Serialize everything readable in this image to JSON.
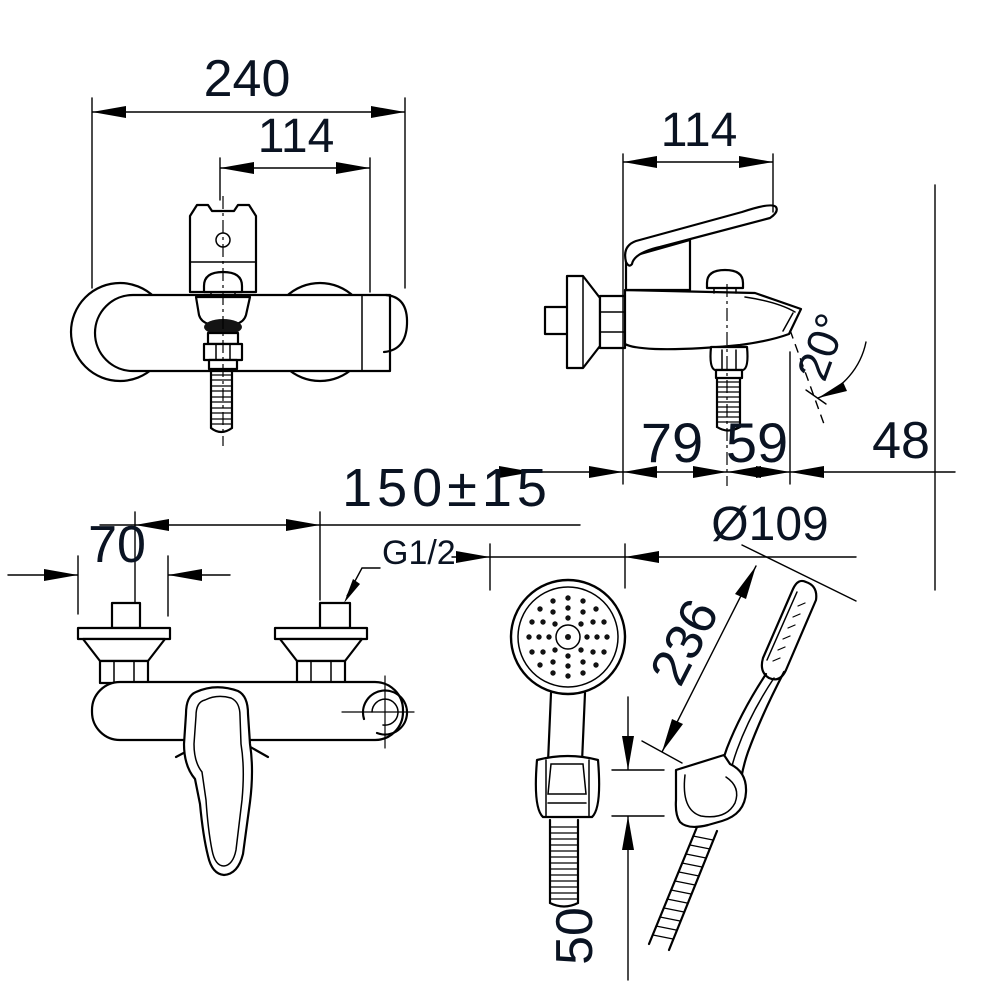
{
  "drawing": {
    "colors": {
      "line": "#000000",
      "dimension_text": "#0a1322",
      "background": "#ffffff"
    },
    "dims": {
      "overall_width": "240",
      "bracket_width": "114",
      "side_depth": "114",
      "spout_angle": "20°",
      "wall_to_outlet": "79",
      "outlet_to_spout": "59",
      "spout_to_end": "48",
      "inlet_spacing": "150±15",
      "escutcheon_width": "70",
      "thread": "G1/2",
      "head_diameter": "Ø109",
      "shower_length": "236",
      "holder_height": "50"
    }
  }
}
